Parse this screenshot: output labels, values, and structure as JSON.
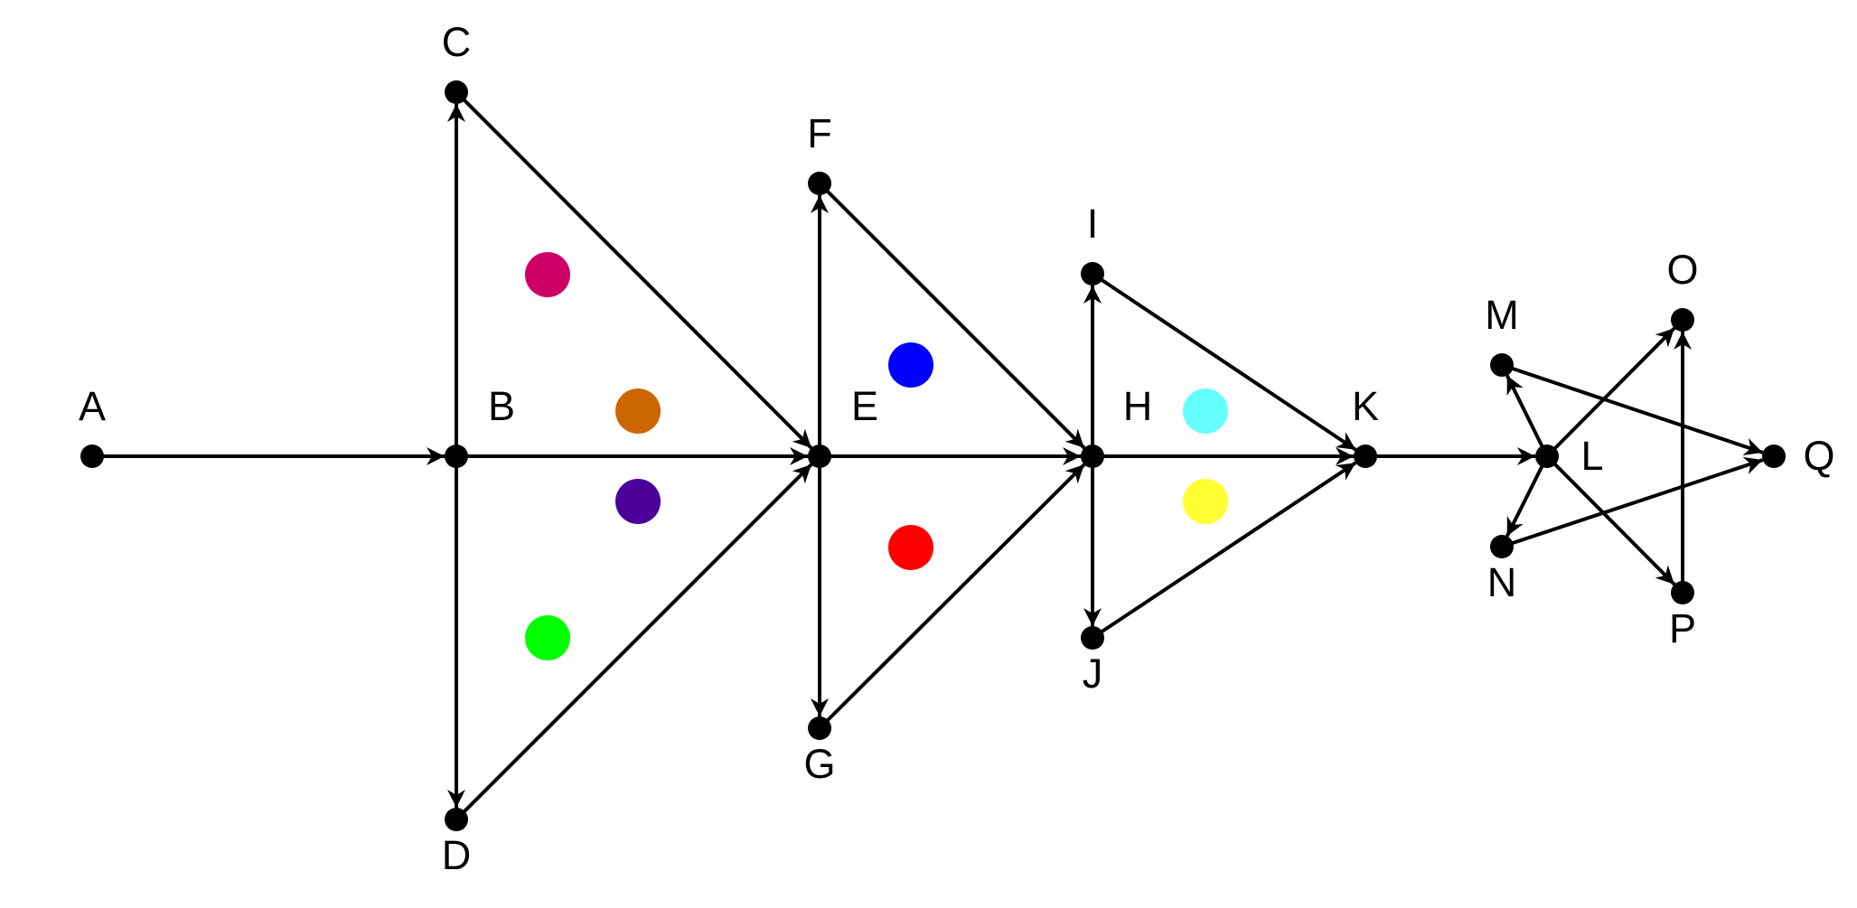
{
  "diagram": {
    "nodes": [
      {
        "id": "A",
        "label": "A"
      },
      {
        "id": "B",
        "label": "B"
      },
      {
        "id": "C",
        "label": "C"
      },
      {
        "id": "D",
        "label": "D"
      },
      {
        "id": "E",
        "label": "E"
      },
      {
        "id": "F",
        "label": "F"
      },
      {
        "id": "G",
        "label": "G"
      },
      {
        "id": "H",
        "label": "H"
      },
      {
        "id": "I",
        "label": "I"
      },
      {
        "id": "J",
        "label": "J"
      },
      {
        "id": "K",
        "label": "K"
      },
      {
        "id": "L",
        "label": "L"
      },
      {
        "id": "M",
        "label": "M"
      },
      {
        "id": "N",
        "label": "N"
      },
      {
        "id": "O",
        "label": "O"
      },
      {
        "id": "P",
        "label": "P"
      },
      {
        "id": "Q",
        "label": "Q"
      }
    ],
    "edges": [
      {
        "from": "A",
        "to": "B"
      },
      {
        "from": "B",
        "to": "C"
      },
      {
        "from": "B",
        "to": "D"
      },
      {
        "from": "B",
        "to": "E"
      },
      {
        "from": "C",
        "to": "E"
      },
      {
        "from": "D",
        "to": "E"
      },
      {
        "from": "E",
        "to": "F"
      },
      {
        "from": "E",
        "to": "G"
      },
      {
        "from": "E",
        "to": "H"
      },
      {
        "from": "F",
        "to": "H"
      },
      {
        "from": "G",
        "to": "H"
      },
      {
        "from": "H",
        "to": "I"
      },
      {
        "from": "H",
        "to": "J"
      },
      {
        "from": "H",
        "to": "K"
      },
      {
        "from": "I",
        "to": "K"
      },
      {
        "from": "J",
        "to": "K"
      },
      {
        "from": "K",
        "to": "L"
      },
      {
        "from": "L",
        "to": "M"
      },
      {
        "from": "L",
        "to": "N"
      },
      {
        "from": "L",
        "to": "O"
      },
      {
        "from": "L",
        "to": "P"
      },
      {
        "from": "M",
        "to": "Q"
      },
      {
        "from": "N",
        "to": "Q"
      },
      {
        "from": "P",
        "to": "O"
      }
    ],
    "colored_dots": [
      {
        "id": "crimson",
        "color": "#CC0066"
      },
      {
        "id": "orange",
        "color": "#CC6600"
      },
      {
        "id": "purple",
        "color": "#4B0099"
      },
      {
        "id": "green",
        "color": "#00FF00"
      },
      {
        "id": "blue",
        "color": "#0000FF"
      },
      {
        "id": "red",
        "color": "#FF0000"
      },
      {
        "id": "cyan",
        "color": "#66FFFF"
      },
      {
        "id": "yellow",
        "color": "#FFFF33"
      }
    ],
    "colors": {
      "node": "#000000",
      "edge": "#000000",
      "background": "#FFFFFF"
    }
  }
}
